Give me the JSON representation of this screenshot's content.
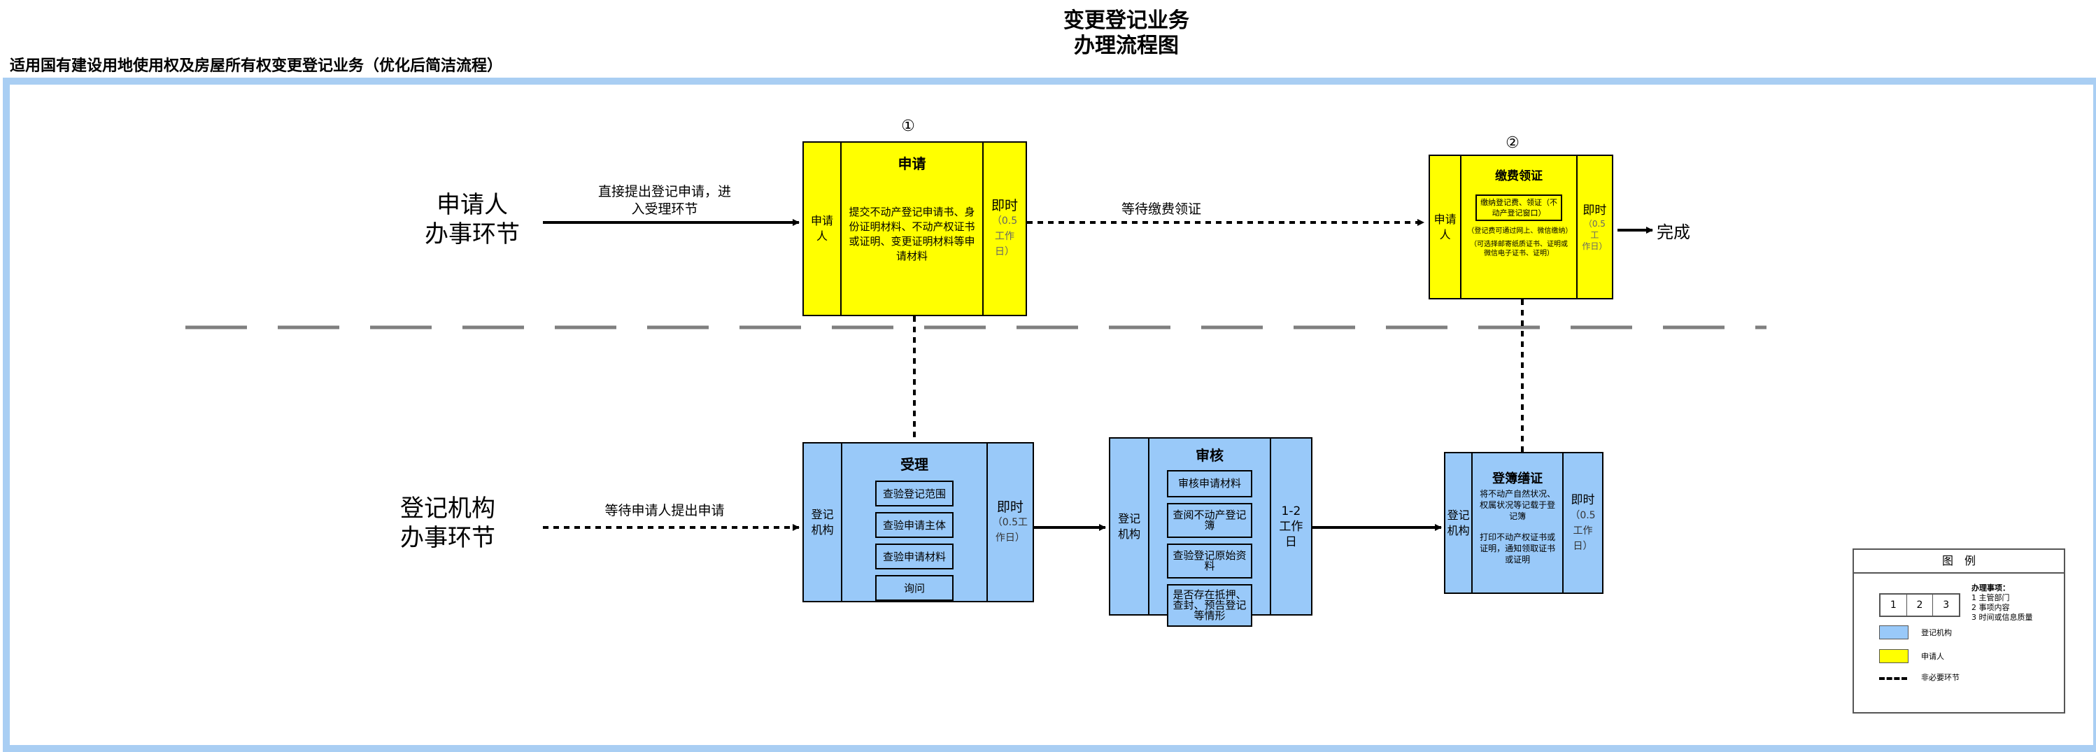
{
  "header": {
    "title_line1": "变更登记业务",
    "title_line2": "办理流程图",
    "subtitle": "适用国有建设用地使用权及房屋所有权变更登记业务（优化后简洁流程）"
  },
  "lanes": {
    "applicant_line1": "申请人",
    "applicant_line2": "办事环节",
    "registry_line1": "登记机构",
    "registry_line2": "办事环节"
  },
  "edges": {
    "e1_line1": "直接提出登记申请，进",
    "e1_line2": "入受理环节",
    "e2": "等待缴费领证",
    "e3": "等待申请人提出申请",
    "done": "完成"
  },
  "step_numbers": {
    "apply": "①",
    "pay": "②"
  },
  "boxes": {
    "apply": {
      "side_line1": "申请",
      "side_line2": "人",
      "title": "申请",
      "content": "提交不动产登记申请书、身份证明材料、不动产权证书或证明、变更证明材料等申请材料",
      "time_line1": "即时",
      "time_line2": "（0.5",
      "time_line3": "工作",
      "time_line4": "日）"
    },
    "pay": {
      "side_line1": "申请",
      "side_line2": "人",
      "title": "缴费领证",
      "inner": "缴纳登记费、领证（不动产登记窗口）",
      "note1": "（登记费可通过网上、微信缴纳）",
      "note2": "（可选择邮寄纸质证书、证明或微信电子证书、证明）",
      "time_line1": "即时",
      "time_line2": "（0.5工",
      "time_line3": "作日）"
    },
    "accept": {
      "side_line1": "登记",
      "side_line2": "机构",
      "title": "受理",
      "items": [
        "查验登记范围",
        "查验申请主体",
        "查验申请材料",
        "询问"
      ],
      "time_line1": "即时",
      "time_line2": "（0.5工",
      "time_line3": "作日）"
    },
    "review": {
      "side_line1": "登记",
      "side_line2": "机构",
      "title": "审核",
      "items": [
        "审核申请材料",
        "查阅不动产登记簿",
        "查验登记原始资料",
        "是否存在抵押、查封、预告登记等情形"
      ],
      "time_line1": "1-2",
      "time_line2": "工作日"
    },
    "register": {
      "side_line1": "登记",
      "side_line2": "机构",
      "title": "登簿缮证",
      "content1": "将不动产自然状况、权属状况等记载于登记簿",
      "content2": "打印不动产权证书或证明，通知领取证书或证明",
      "time_line1": "即时",
      "time_line2": "（0.5",
      "time_line3": "工作",
      "time_line4": "日）"
    }
  },
  "legend": {
    "title": "图　例",
    "cells": [
      "1",
      "2",
      "3"
    ],
    "items_title": "办理事项：",
    "item1": "1 主管部门",
    "item2": "2 事项内容",
    "item3": "3 时间或信息质量",
    "blue_label": "登记机构",
    "yellow_label": "申请人",
    "dashed_label": "非必要环节"
  },
  "colors": {
    "yellow": "#ffff00",
    "blue": "#99c9f9",
    "frame": "#a9cef3",
    "separator": "#7f7f7f"
  }
}
